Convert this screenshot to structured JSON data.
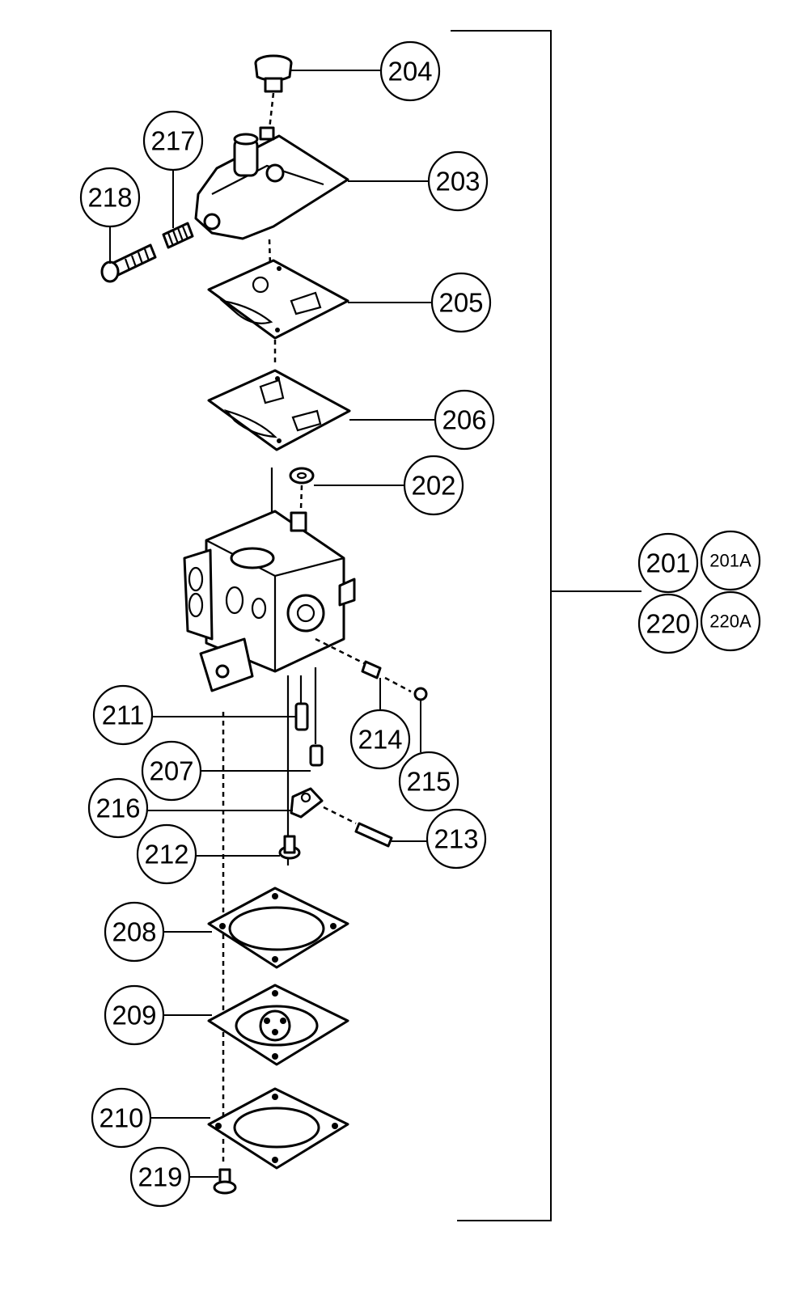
{
  "callouts": {
    "c204": "204",
    "c203": "203",
    "c217": "217",
    "c218": "218",
    "c205": "205",
    "c206": "206",
    "c202": "202",
    "c201": "201",
    "c201a": "201A",
    "c220": "220",
    "c220a": "220A",
    "c211": "211",
    "c214": "214",
    "c207": "207",
    "c215": "215",
    "c216": "216",
    "c213": "213",
    "c212": "212",
    "c208": "208",
    "c209": "209",
    "c210": "210",
    "c219": "219"
  }
}
